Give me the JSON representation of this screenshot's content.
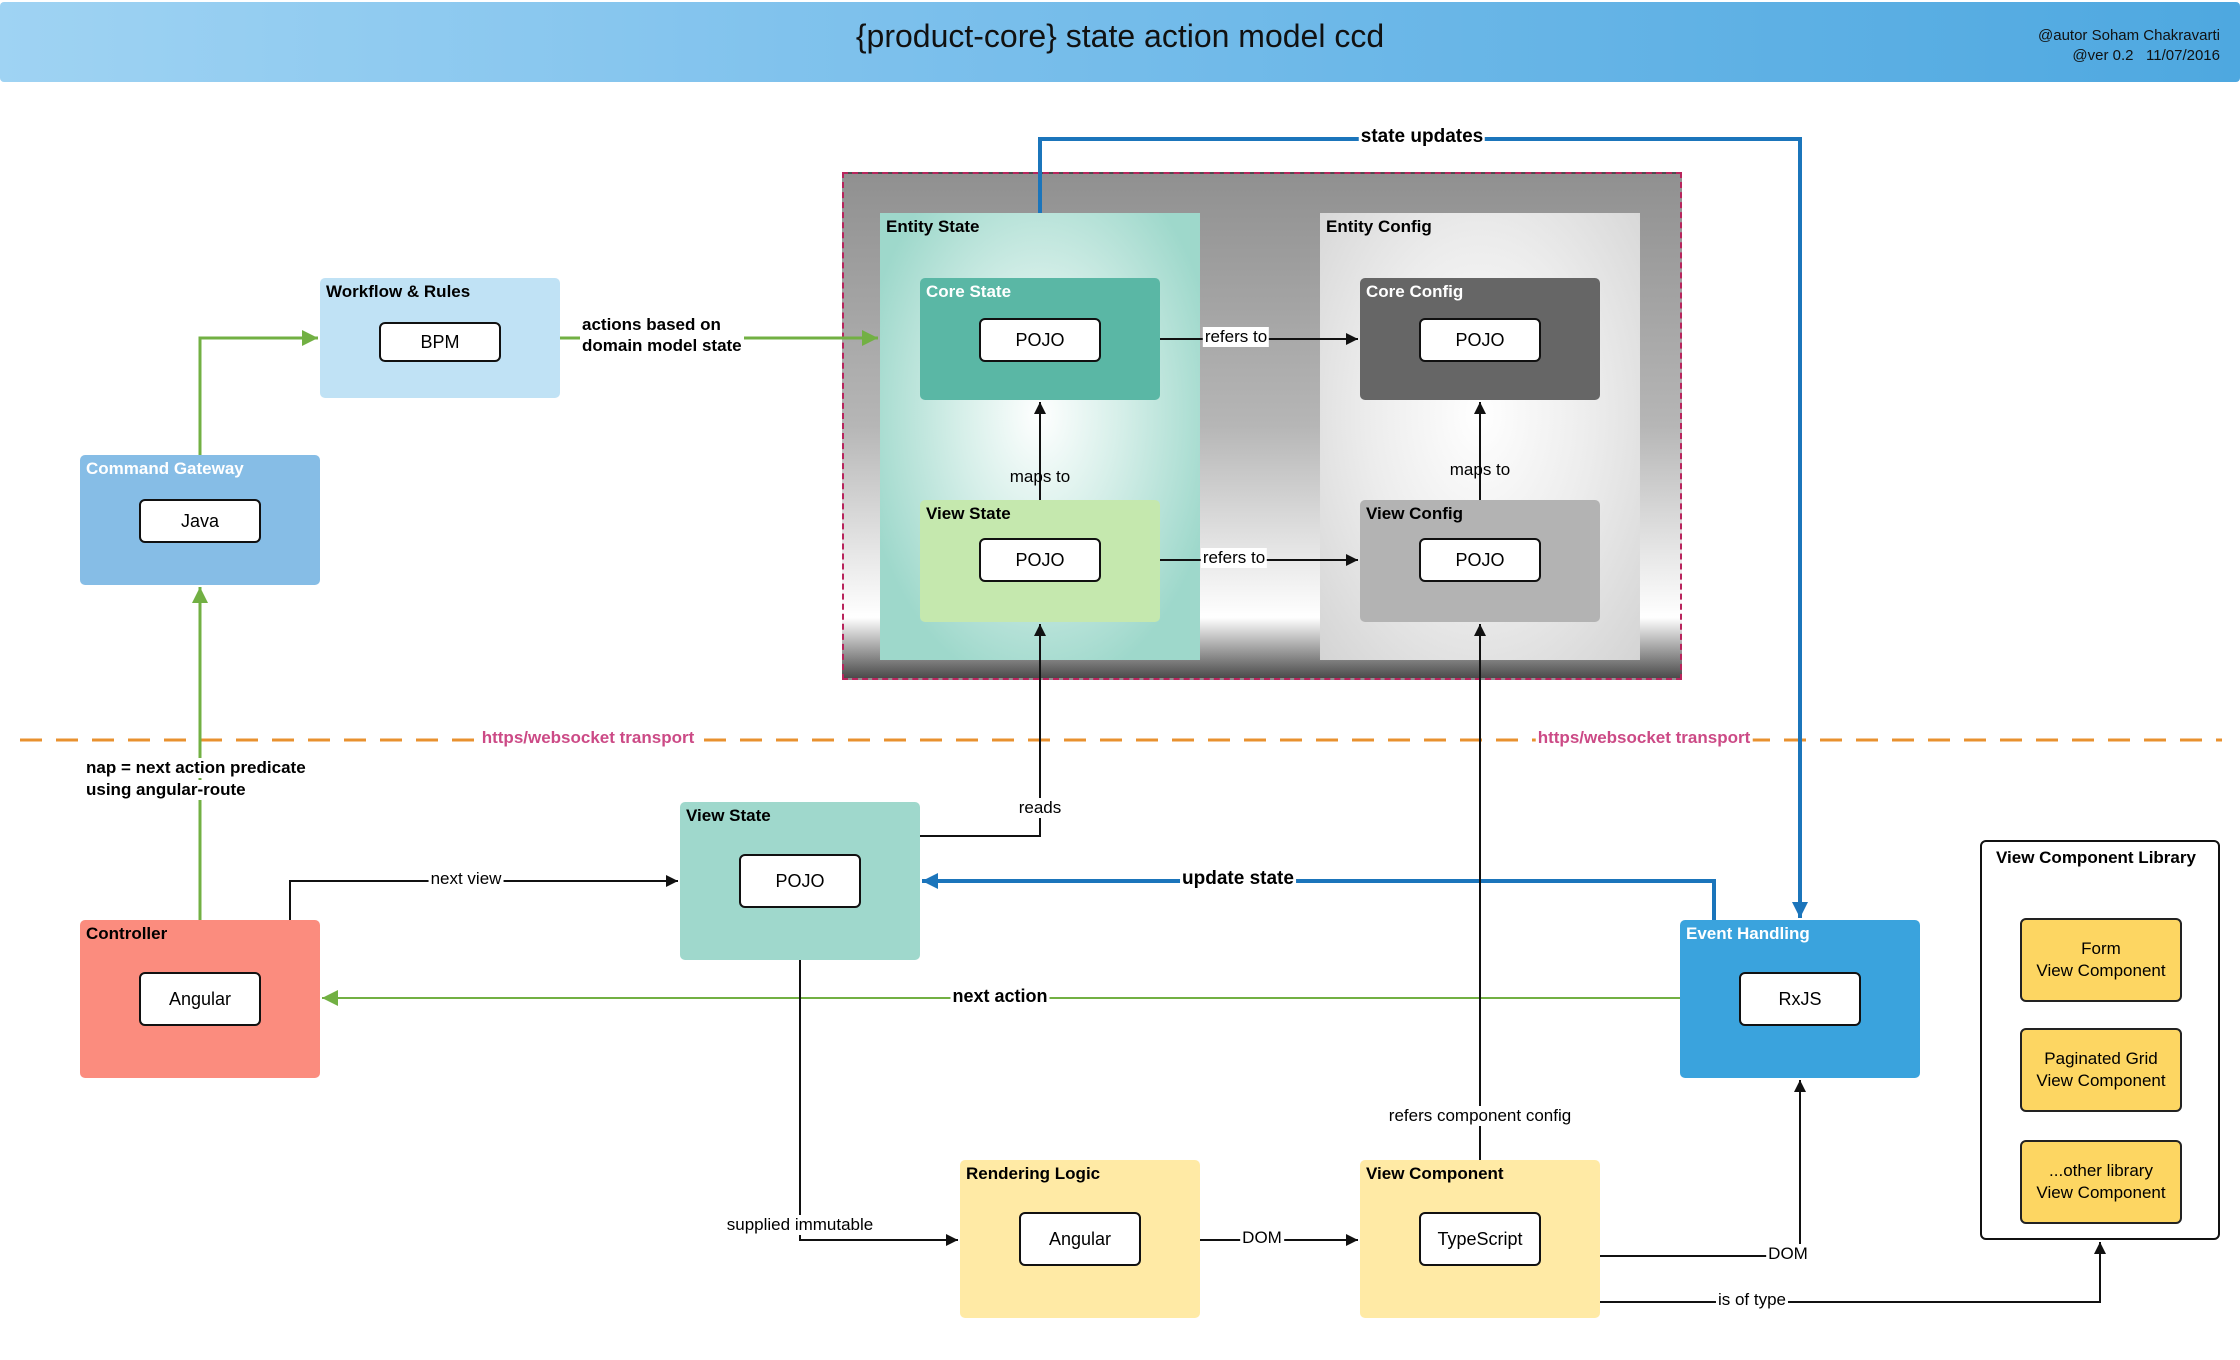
{
  "header": {
    "title": "{product-core} state action model ccd",
    "author": "@autor Soham Chakravarti",
    "version": "@ver 0.2",
    "date": "11/07/2016"
  },
  "boxes": {
    "workflow": {
      "title": "Workflow & Rules",
      "pill": "BPM"
    },
    "command_gateway": {
      "title": "Command Gateway",
      "pill": "Java"
    },
    "controller": {
      "title": "Controller",
      "pill": "Angular"
    },
    "view_state_client": {
      "title": "View State",
      "pill": "POJO"
    },
    "entity_state": {
      "title": "Entity State"
    },
    "core_state": {
      "title": "Core State",
      "pill": "POJO"
    },
    "view_state_server": {
      "title": "View State",
      "pill": "POJO"
    },
    "entity_config": {
      "title": "Entity Config"
    },
    "core_config": {
      "title": "Core Config",
      "pill": "POJO"
    },
    "view_config": {
      "title": "View Config",
      "pill": "POJO"
    },
    "event_handling": {
      "title": "Event Handling",
      "pill": "RxJS"
    },
    "rendering_logic": {
      "title": "Rendering Logic",
      "pill": "Angular"
    },
    "view_component": {
      "title": "View Component",
      "pill": "TypeScript"
    },
    "library": {
      "title": "View Component Library",
      "items": [
        {
          "line1": "Form",
          "line2": "View Component"
        },
        {
          "line1": "Paginated Grid",
          "line2": "View Component"
        },
        {
          "line1": "...other library",
          "line2": "View Component"
        }
      ]
    }
  },
  "labels": {
    "state_updates": "state updates",
    "actions_line1": "actions based on",
    "actions_line2": "domain model state",
    "refers_to_core": "refers to",
    "refers_to_view": "refers to",
    "maps_to_state": "maps to",
    "maps_to_config": "maps to",
    "transport_left": "https/websocket transport",
    "transport_right": "https/websocket transport",
    "nap_line1": "nap = next action predicate",
    "nap_line2": "using angular-route",
    "reads": "reads",
    "next_view": "next view",
    "update_state": "update state",
    "next_action": "next action",
    "refers_component_config": "refers component config",
    "supplied_immutable": "supplied immutable",
    "dom_render": "DOM",
    "dom_event": "DOM",
    "is_of_type": "is of type"
  },
  "colors": {
    "green_arrow": "#72b043",
    "blue_arrow": "#1b75bb",
    "black_arrow": "#111111",
    "transport_line": "#e8912f",
    "boundary": "#b8245c"
  }
}
